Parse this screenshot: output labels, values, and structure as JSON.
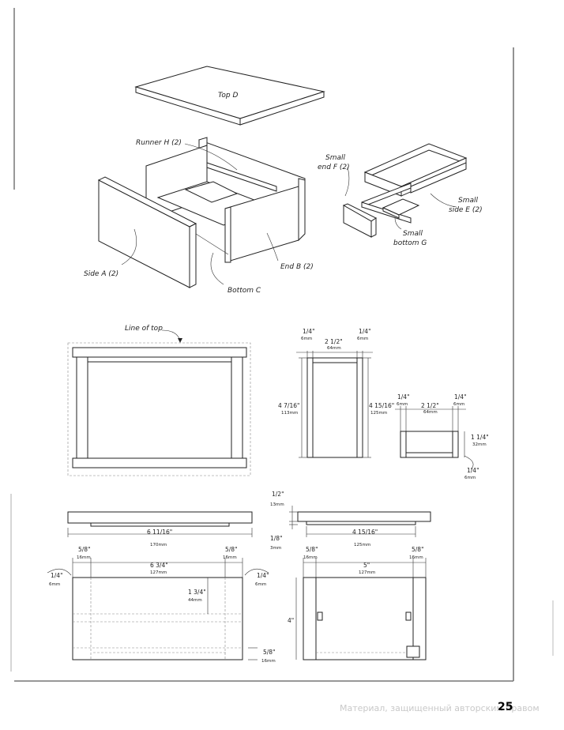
{
  "exploded_view": {
    "labels": {
      "top": "Top D",
      "runner": "Runner H (2)",
      "side": "Side A (2)",
      "bottom": "Bottom C",
      "end": "End B (2)",
      "small_end_1": "Small",
      "small_end_2": "end F (2)",
      "small_side_1": "Small",
      "small_side_2": "side E (2)",
      "small_bottom_1": "Small",
      "small_bottom_2": "bottom G"
    }
  },
  "front_view": {
    "line_of_top": "Line of top"
  },
  "end_view": {
    "top_left": {
      "in": "1/4\"",
      "mm": "6mm"
    },
    "top_mid": {
      "in": "2 1/2\"",
      "mm": "64mm"
    },
    "top_right": {
      "in": "1/4\"",
      "mm": "6mm"
    },
    "height_left": {
      "in": "4 7/16\"",
      "mm": "113mm"
    },
    "height_right": {
      "in": "4 15/16\"",
      "mm": "125mm"
    }
  },
  "small_box_view": {
    "top_left": {
      "in": "1/4\"",
      "mm": "6mm"
    },
    "top_mid": {
      "in": "2 1/2\"",
      "mm": "64mm"
    },
    "top_right": {
      "in": "1/4\"",
      "mm": "6mm"
    },
    "height": {
      "in": "1 1/4\"",
      "mm": "32mm"
    },
    "bottom": {
      "in": "1/4\"",
      "mm": "6mm"
    }
  },
  "top_section_left": {
    "width": {
      "in": "6 11/16\"",
      "mm": "170mm"
    }
  },
  "top_section_right": {
    "thickness": {
      "in": "1/2\"",
      "mm": "13mm"
    },
    "lip": {
      "in": "1/8\"",
      "mm": "3mm"
    },
    "width": {
      "in": "4 15/16\"",
      "mm": "125mm"
    }
  },
  "side_elevation": {
    "left_margin": {
      "in": "5/8\"",
      "mm": "16mm"
    },
    "inner_width": {
      "in": "6 3/4\"",
      "mm": "127mm"
    },
    "right_margin": {
      "in": "5/8\"",
      "mm": "16mm"
    },
    "left_edge": {
      "in": "1/4\"",
      "mm": "6mm"
    },
    "right_edge": {
      "in": "1/4\"",
      "mm": "6mm"
    },
    "height": {
      "in": "1 3/4\"",
      "mm": "44mm"
    },
    "bottom": {
      "in": "5/8\"",
      "mm": "16mm"
    }
  },
  "end_elevation": {
    "left_margin": {
      "in": "5/8\"",
      "mm": "16mm"
    },
    "width": {
      "in": "5\"",
      "mm": "127mm"
    },
    "right_margin": {
      "in": "5/8\"",
      "mm": "16mm"
    },
    "height": "4\""
  },
  "footer": {
    "watermark": "Материал, защищенный авторским правом",
    "page_number": "25"
  }
}
